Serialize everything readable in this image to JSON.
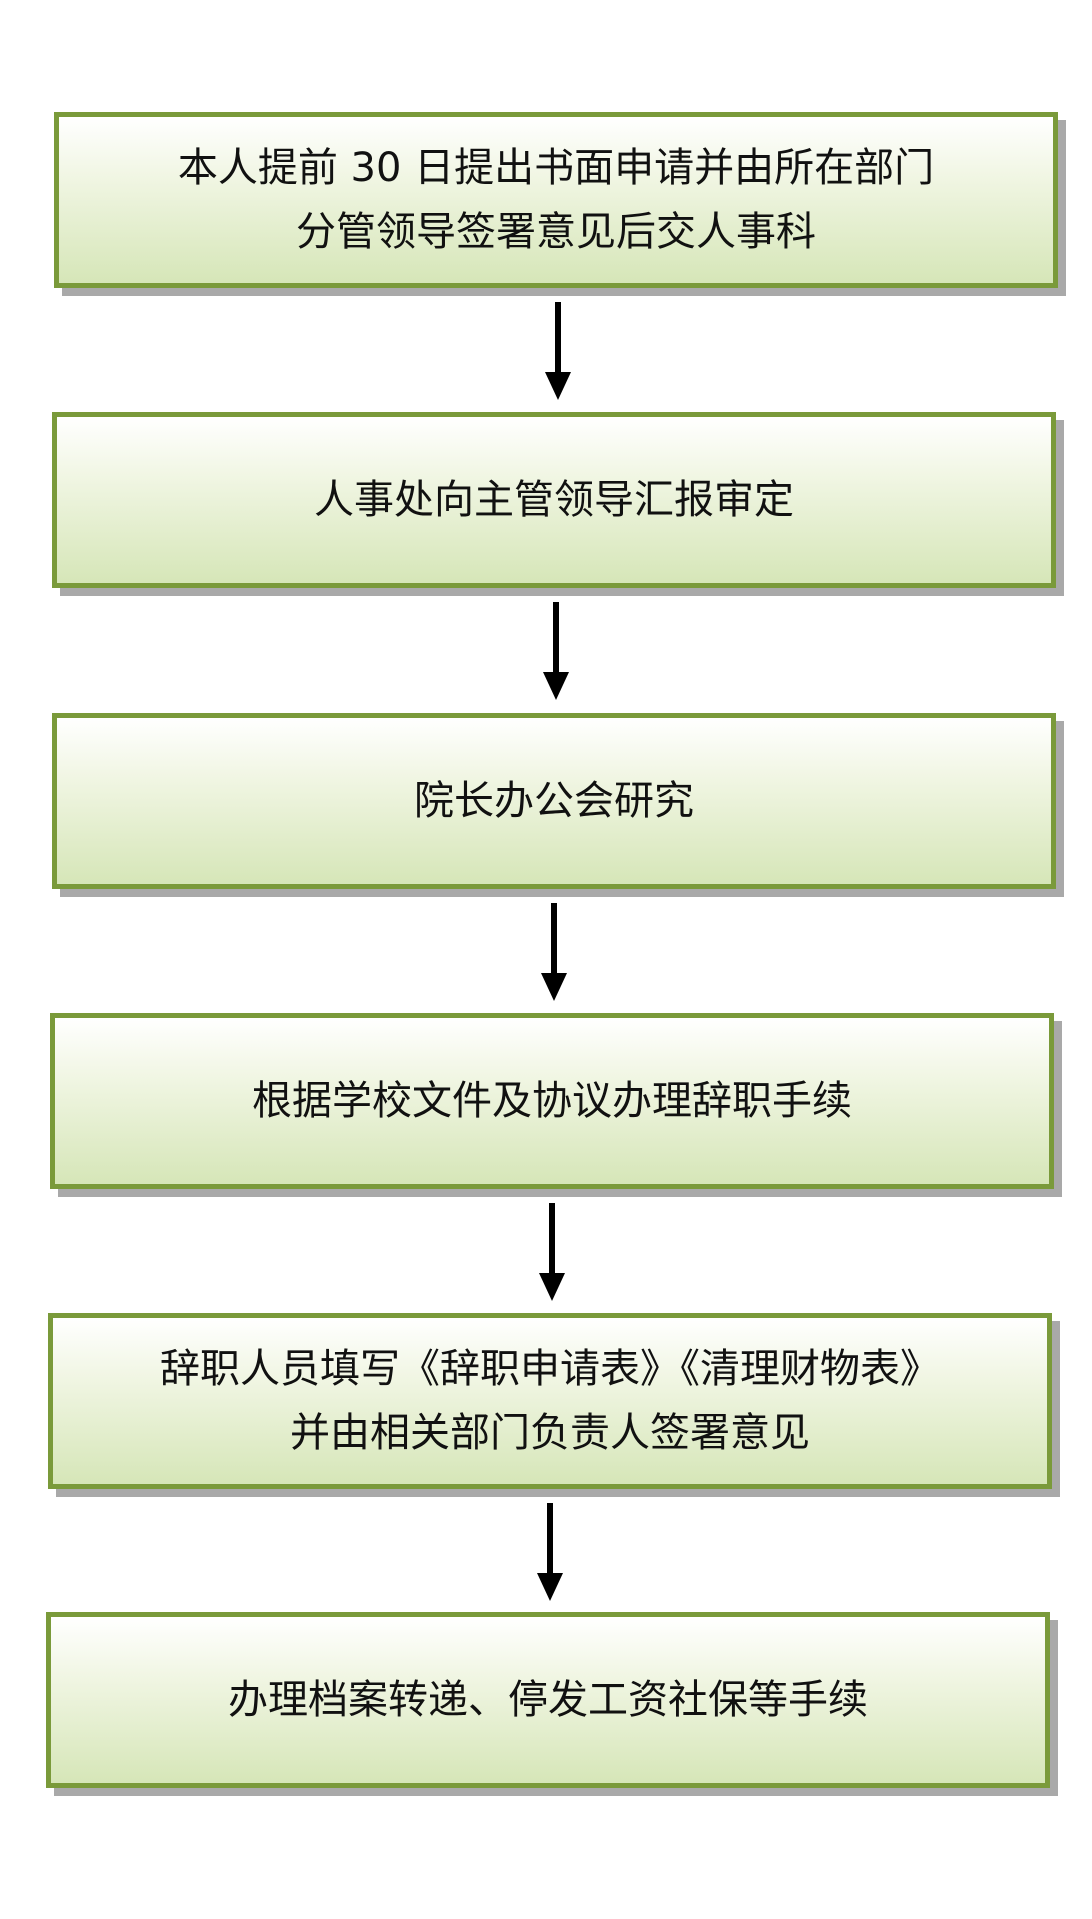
{
  "diagram": {
    "steps": [
      {
        "text": "本人提前 30 日提出书面申请并由所在部门\n分管领导签署意见后交人事科"
      },
      {
        "text": "人事处向主管领导汇报审定"
      },
      {
        "text": "院长办公会研究"
      },
      {
        "text": "根据学校文件及协议办理辞职手续"
      },
      {
        "text": "辞职人员填写《辞职申请表》《清理财物表》\n并由相关部门负责人签署意见"
      },
      {
        "text": "办理档案转递、停发工资社保等手续"
      }
    ],
    "colors": {
      "box_border": "#7a9a3a",
      "box_fill_top": "#ffffff",
      "box_fill_bottom": "#d6e6b8",
      "shadow": "#a9a9a9",
      "arrow": "#000000",
      "text": "#111111"
    }
  }
}
